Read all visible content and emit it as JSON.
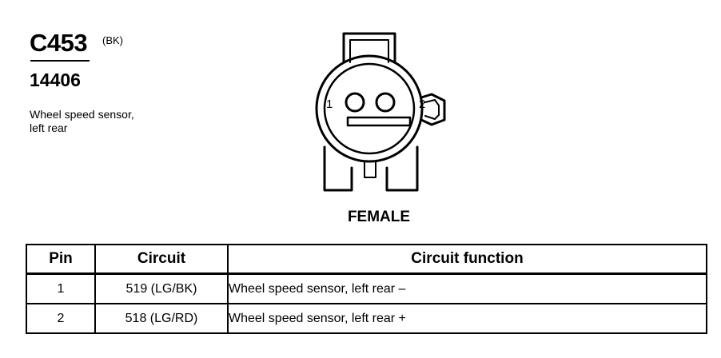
{
  "connector": {
    "id": "C453",
    "color_code": "(BK)",
    "part_number": "14406",
    "description_lines": [
      "Wheel speed sensor,",
      "left rear"
    ],
    "view": "FEMALE",
    "pin_labels": [
      "1",
      "2"
    ]
  },
  "pin_table": {
    "headers": [
      "Pin",
      "Circuit",
      "Circuit function"
    ],
    "rows": [
      {
        "pin": "1",
        "circuit": "519 (LG/BK)",
        "function": "Wheel speed sensor, left rear –"
      },
      {
        "pin": "2",
        "circuit": "518 (LG/RD)",
        "function": "Wheel speed sensor, left rear +"
      }
    ]
  }
}
